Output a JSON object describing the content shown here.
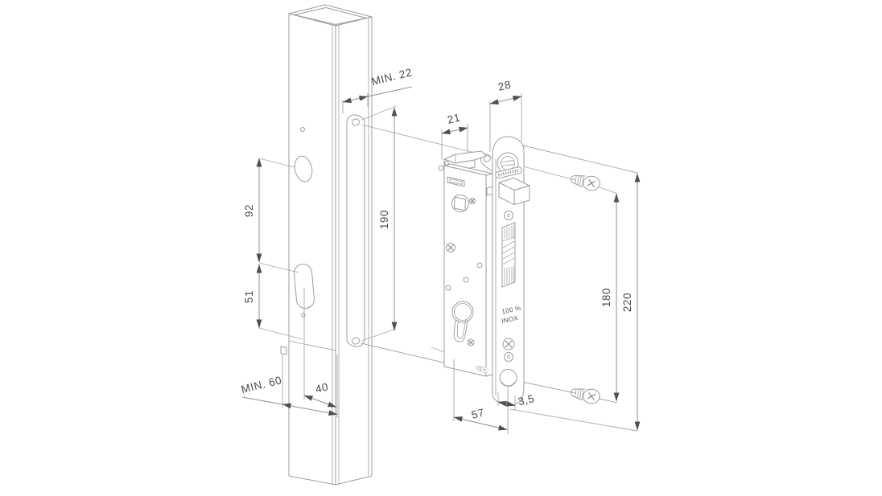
{
  "drawing": {
    "kind": "isometric technical installation drawing",
    "subject": "insert gate lock with faceplate mounted in square post profile",
    "colors": {
      "background": "#ffffff",
      "line": "#9d9da1",
      "dimension_text": "#4b4b4b"
    }
  },
  "dims": {
    "min22": "MIN. 22",
    "d28": "28",
    "d21": "21",
    "d92": "92",
    "d51": "51",
    "d190": "190",
    "min60": "MIN. 60",
    "d40": "40",
    "d57": "57",
    "d3_5": "3,5",
    "d180": "180",
    "d220": "220"
  },
  "markings": {
    "inox1": "100 %",
    "inox2": "INOX"
  }
}
